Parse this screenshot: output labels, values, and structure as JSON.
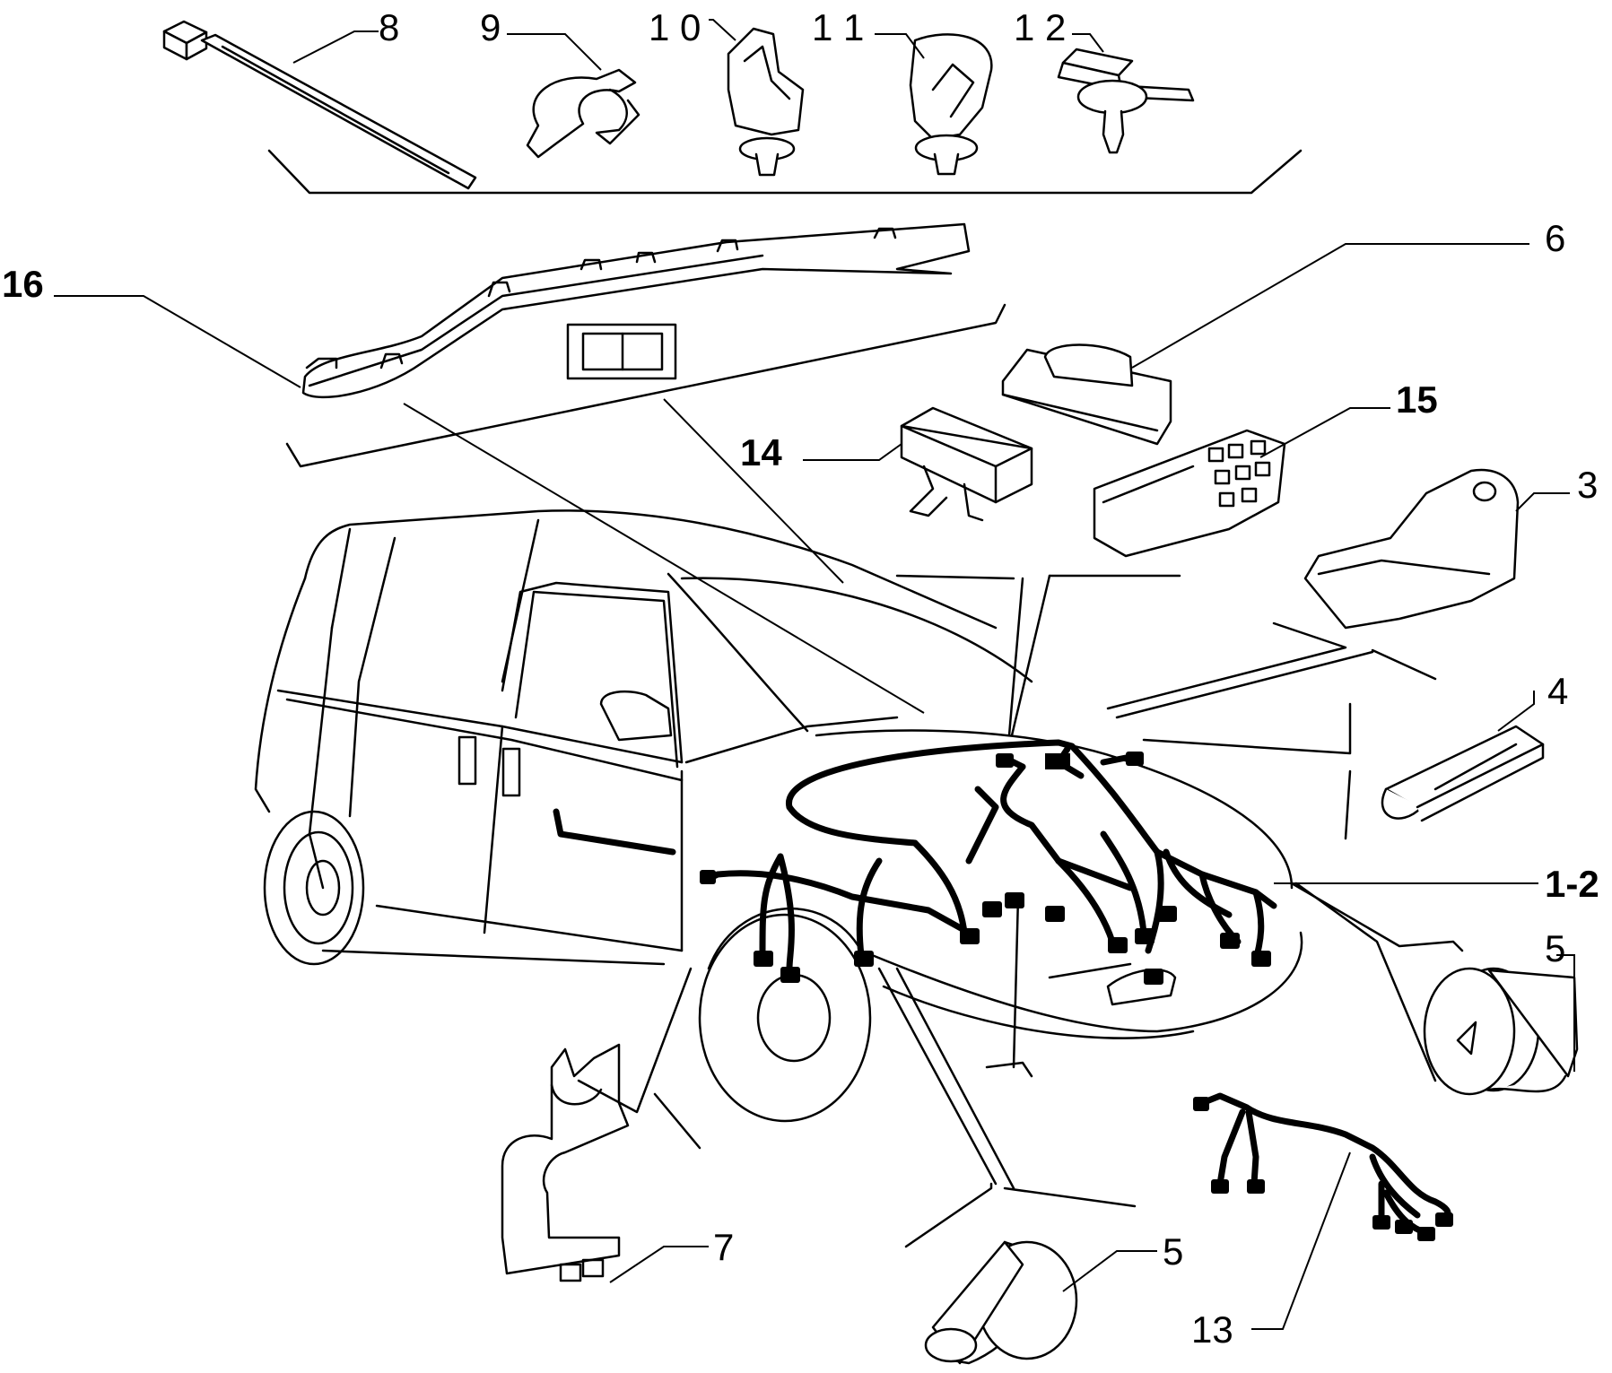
{
  "labels": {
    "n8": "8",
    "n9": "9",
    "n10": "1 0",
    "n11": "1 1",
    "n12": "1 2",
    "n16": "16",
    "n6": "6",
    "n15": "15",
    "n14": "14",
    "n3": "3",
    "n4": "4",
    "n12b": "1-2",
    "n5a": "5",
    "n7": "7",
    "n5b": "5",
    "n13": "13"
  }
}
